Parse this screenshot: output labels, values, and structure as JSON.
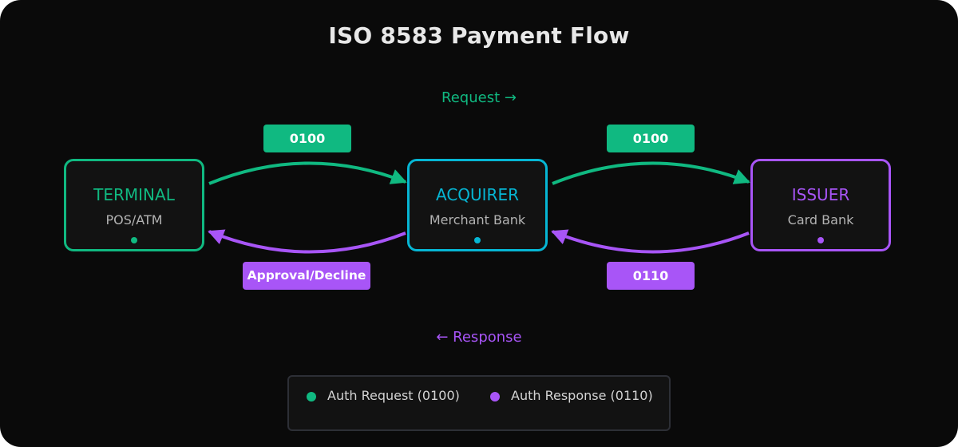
{
  "title": "ISO 8583 Payment Flow",
  "flow": {
    "request_label": "Request →",
    "response_label": "← Response"
  },
  "nodes": {
    "terminal": {
      "title": "TERMINAL",
      "subtitle": "POS/ATM",
      "color": "#10b981"
    },
    "acquirer": {
      "title": "ACQUIRER",
      "subtitle": "Merchant Bank",
      "color": "#06b6d4"
    },
    "issuer": {
      "title": "ISSUER",
      "subtitle": "Card Bank",
      "color": "#a855f7"
    }
  },
  "messages": {
    "terminal_to_acquirer": "0100",
    "acquirer_to_issuer": "0100",
    "acquirer_to_terminal": "Approval/Decline",
    "issuer_to_acquirer": "0110"
  },
  "legend": {
    "request": {
      "label": "Auth Request (0100)",
      "color": "#10b981"
    },
    "response": {
      "label": "Auth Response (0110)",
      "color": "#a855f7"
    }
  },
  "colors": {
    "background": "#0a0a0a",
    "node_fill": "#121212",
    "request": "#10b981",
    "response": "#a855f7",
    "acquirer": "#06b6d4"
  }
}
